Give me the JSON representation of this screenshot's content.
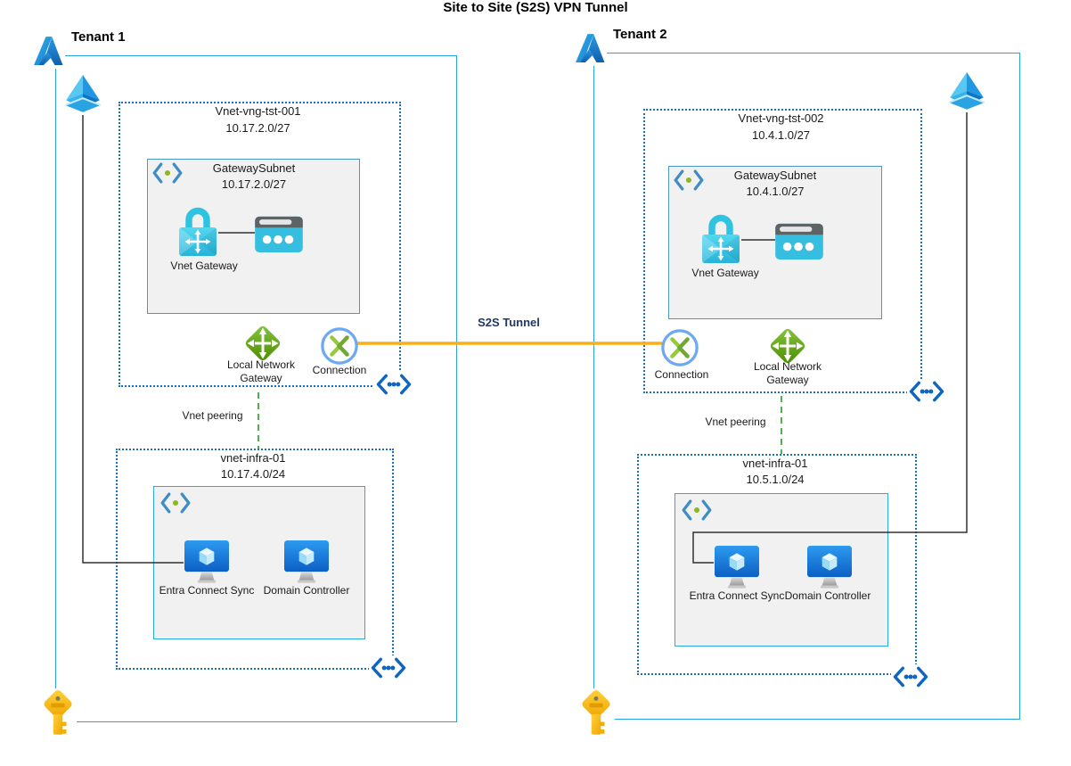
{
  "title": "Site to Site (S2S) VPN Tunnel",
  "tunnel": {
    "label": "S2S Tunnel"
  },
  "tenants": [
    {
      "label": "Tenant 1",
      "gateway_vnet": {
        "name": "Vnet-vng-tst-001",
        "cidr": "10.17.2.0/27",
        "gateway_subnet": {
          "name": "GatewaySubnet",
          "cidr": "10.17.2.0/27",
          "vpn_gateway_label": "Vnet Gateway"
        },
        "local_network_gateway_label": "Local Network Gateway",
        "connection_label": "Connection"
      },
      "peering_label": "Vnet peering",
      "infra_vnet": {
        "name": "vnet-infra-01",
        "cidr": "10.17.4.0/24",
        "vms": [
          {
            "label": "Entra Connect Sync"
          },
          {
            "label": "Domain Controller"
          }
        ]
      }
    },
    {
      "label": "Tenant 2",
      "gateway_vnet": {
        "name": "Vnet-vng-tst-002",
        "cidr": "10.4.1.0/27",
        "gateway_subnet": {
          "name": "GatewaySubnet",
          "cidr": "10.4.1.0/27",
          "vpn_gateway_label": "Vnet Gateway"
        },
        "local_network_gateway_label": "Local Network Gateway",
        "connection_label": "Connection"
      },
      "peering_label": "Vnet peering",
      "infra_vnet": {
        "name": "vnet-infra-01",
        "cidr": "10.5.1.0/24",
        "vms": [
          {
            "label": "Entra Connect Sync"
          },
          {
            "label": "Domain Controller"
          }
        ]
      }
    }
  ],
  "icons": {
    "azure-logo-icon": "Microsoft Azure logo",
    "pyramid-icon": "Azure management pyramid",
    "key-icon": "Yellow key",
    "virtual-network-icon": "Blue angle brackets with three dots",
    "subnet-icon": "Blue angle brackets with green dot",
    "local-network-gateway-icon": "Green diamond with white arrows",
    "connection-icon": "Blue circle with green chevrons",
    "vpn-gateway-lock-icon": "Cyan padlock with arrows",
    "gateway-device-icon": "Cyan appliance with three dots",
    "vm-icon": "Blue monitor with cube"
  },
  "colors": {
    "tenant_border": "#29A3DC",
    "vnet_dotted_border": "#1B6FBE",
    "gateway_subnet_border": "#4A97C9",
    "infra_subnet_border": "#29ABE2",
    "box_fill": "#F1F1F1",
    "tunnel_orange": "#FBAE17",
    "peering_green": "#3FA63F",
    "line_black": "#303030",
    "vnet_icon_blue": "#0F66C2",
    "s2s_label_text": "#1F3864"
  }
}
